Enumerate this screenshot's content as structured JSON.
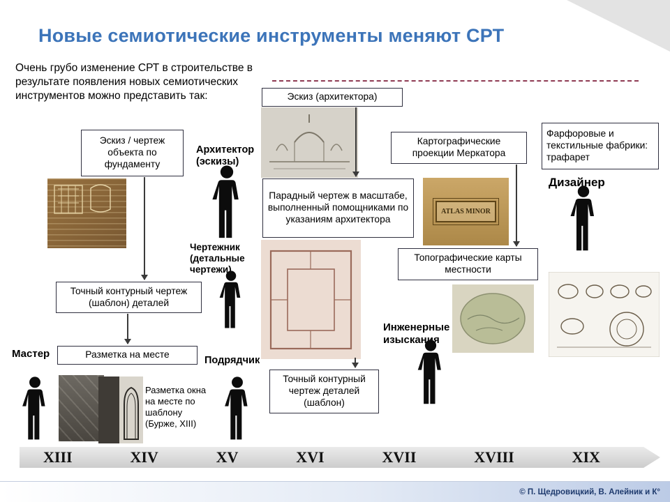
{
  "slide": {
    "title": "Новые семиотические инструменты меняют СРТ",
    "intro": "Очень грубо изменение СРТ в строительстве в результате появления новых семиотических инструментов можно представить так:",
    "footer": "© П. Щедровицкий, В. Алейник и К°"
  },
  "boxes": {
    "eskiz_arhitektora": "Эскиз (архитектора)",
    "eskiz_chertezh_fundament": "Эскиз / чертеж объекта по фундаменту",
    "kartograficheskie_proekcii": "Картографические проекции Меркатора",
    "farforovye_fabriki": "Фарфоровые и текстильные фабрики: трафарет",
    "paradny_chertezh": "Парадный чертеж в масштабе, выполненный помощниками по указаниям архитектора",
    "topograficheskie_karty": "Топографические карты местности",
    "tochny_konturny_shablon": "Точный контурный чертеж (шаблон) деталей",
    "razmetka_na_meste": "Разметка на месте",
    "tochny_konturny_detaley": "Точный контурный чертеж деталей (шаблон)"
  },
  "roles": {
    "arhitektor": "Архитектор (эскизы)",
    "chertezhnik": "Чертежник (детальные чертежи)",
    "master": "Мастер",
    "podryadchik": "Подрядчик",
    "inzhenernye_izyskaniya": "Инженерные изыскания",
    "dizayner": "Дизайнер"
  },
  "captions": {
    "razmetka_okna": "Разметка окна на месте по шаблону (Бурже, XIII)",
    "atlas_title": "ATLAS MINOR"
  },
  "timeline": {
    "centuries": [
      "XIII",
      "XIV",
      "XV",
      "XVI",
      "XVII",
      "XVIII",
      "XIX"
    ]
  },
  "colors": {
    "title_blue": "#3c74b9",
    "dashed_line": "#8e3a52",
    "footer_blue": "#1f3b6e",
    "marker_red": "#b01513"
  }
}
